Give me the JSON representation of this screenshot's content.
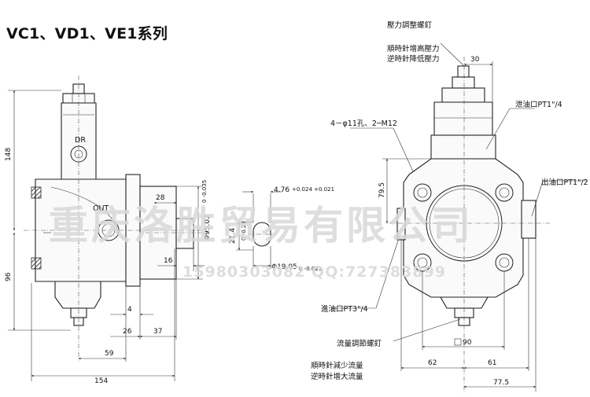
{
  "title": "VC1、VD1、VE1系列",
  "watermark": {
    "company": "重庆洛胜贸易有限公司",
    "contact": "15980303082 QQ:727383899"
  },
  "side_view": {
    "port_dr": "DR",
    "port_out": "OUT",
    "dims": {
      "d148": "148",
      "d96": "96",
      "d154": "154",
      "d59": "59",
      "d26": "26",
      "d37": "37",
      "d4": "4",
      "d16": "16",
      "d28": "28",
      "d21_4": "21.4",
      "tol_21_4": "0 -0.20",
      "d95": "Φ95.02",
      "tol_95": "0 -0.035",
      "d4_76": "4.76",
      "tol_4_76": "+0.024 +0.021",
      "d19": "Φ19.05",
      "tol_19": "0 -0.021"
    }
  },
  "front_view": {
    "pressure_screw": "壓力調整螺釘",
    "pressure_up": "順時針增高壓力",
    "pressure_down": "逆時針降低壓力",
    "drain_port": "泄油口PT1\"/4",
    "holes": "4－φ11孔、2─M12",
    "outlet_port": "出油口PT1\"/2",
    "inlet_port": "進油口PT3\"/4",
    "flow_screw": "流量調節螺釘",
    "flow_down": "順時針減少流量",
    "flow_up": "逆時針增大流量",
    "dims": {
      "d30": "30",
      "d79_5": "79.5",
      "d90": "90",
      "d62": "62",
      "d61": "61",
      "d77_5": "77.5"
    }
  }
}
